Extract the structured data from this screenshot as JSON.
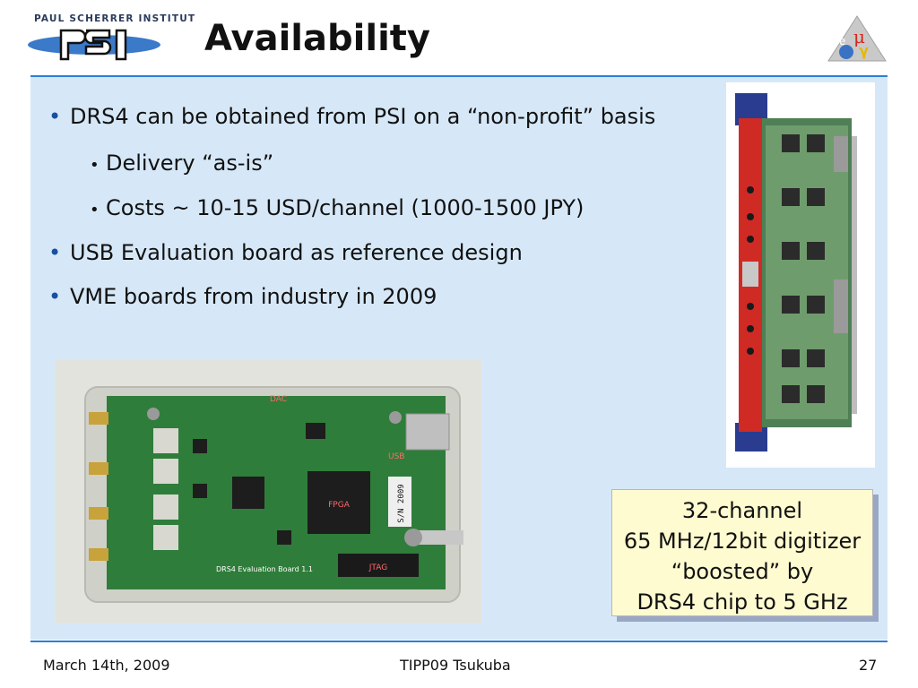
{
  "header": {
    "institute": "PAUL SCHERRER INSTITUT",
    "logo_text": "PSI",
    "title": "Availability"
  },
  "bullets": [
    {
      "text": "DRS4 can be obtained from PSI on a “non-profit” basis"
    },
    {
      "text": "Delivery “as-is”"
    },
    {
      "text": "Costs ~ 10-15 USD/channel (1000-1500 JPY)"
    },
    {
      "text": "USB Evaluation board as reference design"
    },
    {
      "text": "VME boards from industry in 2009"
    }
  ],
  "caption": {
    "lines": [
      "32-channel",
      "65 MHz/12bit digitizer",
      "“boosted” by",
      "DRS4 chip to 5 GHz"
    ]
  },
  "board_labels": {
    "fpga": "FPGA",
    "serial": "S/N 2009",
    "evaluation": "DRS4 Evaluation Board 1.1",
    "dac": "DAC",
    "usb": "USB",
    "jtag": "JTAG"
  },
  "footer": {
    "date": "March 14th, 2009",
    "event": "TIPP09 Tsukuba",
    "page": "27"
  },
  "colors": {
    "accent_blue": "#2a7fd6",
    "content_bg": "#d6e8f8",
    "caption_bg": "#fffbd0",
    "pcb_green": "#2e7d32"
  }
}
